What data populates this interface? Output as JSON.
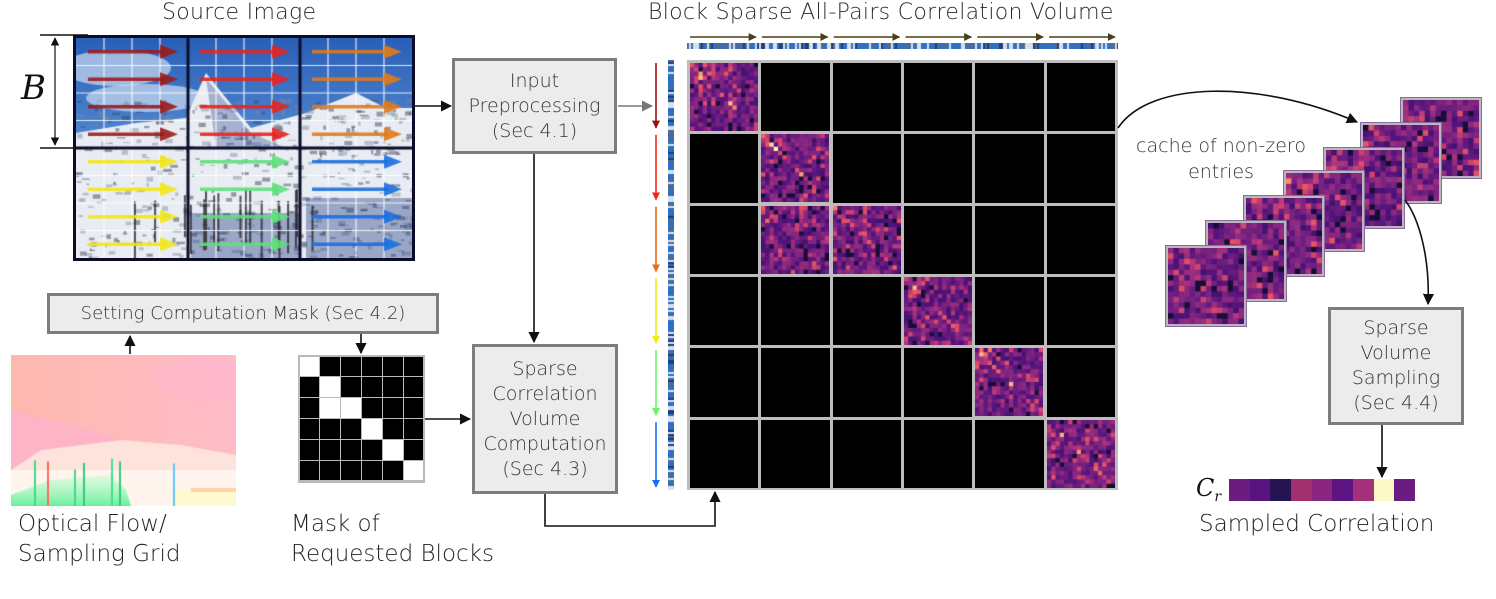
{
  "titles": {
    "source_image": "Source Image",
    "correlation_volume": "Block Sparse All-Pairs Correlation Volume"
  },
  "source_image": {
    "dimension_label": "B",
    "block_rows": 2,
    "block_cols": 3,
    "arrow_colors": [
      "#9b1b1b",
      "#e8231f",
      "#e07a1c",
      "#f2e51a",
      "#5fe07a",
      "#1a6fe0"
    ]
  },
  "boxes": {
    "input_preprocessing": [
      "Input",
      "Preprocessing",
      "(Sec 4.1)"
    ],
    "setting_mask": [
      "Setting Computation Mask (Sec 4.2)"
    ],
    "sparse_correlation": [
      "Sparse",
      "Correlation",
      "Volume",
      "Computation",
      "(Sec 4.3)"
    ],
    "sparse_sampling": [
      "Sparse",
      "Volume",
      "Sampling",
      "(Sec 4.4)"
    ]
  },
  "labels": {
    "optical_flow_line1": "Optical Flow/",
    "optical_flow_line2": "Sampling Grid",
    "mask_line1": "Mask of",
    "mask_line2": "Requested Blocks",
    "cache_line1": "cache of non-zero",
    "cache_line2": "entries",
    "sampled_correlation": "Sampled Correlation",
    "cr_symbol": "C",
    "cr_subscript": "r"
  },
  "mask_grid": {
    "size": 6,
    "active": [
      [
        0,
        0
      ],
      [
        1,
        1
      ],
      [
        2,
        1
      ],
      [
        2,
        2
      ],
      [
        3,
        3
      ],
      [
        4,
        4
      ],
      [
        5,
        5
      ]
    ]
  },
  "correlation_volume": {
    "size": 6,
    "nonzero_blocks": [
      [
        0,
        0
      ],
      [
        1,
        1
      ],
      [
        2,
        1
      ],
      [
        2,
        2
      ],
      [
        3,
        3
      ],
      [
        4,
        4
      ],
      [
        5,
        5
      ]
    ],
    "row_arrow_colors": [
      "#9b1111",
      "#f02a14",
      "#e66a10",
      "#f2ec0f",
      "#6bf06a",
      "#1270ee"
    ],
    "col_arrow_color": "#4b3f17",
    "colormap": "magma"
  },
  "cache": {
    "tile_count": 7
  },
  "sampled_correlation": {
    "colors": [
      "#6a1d7f",
      "#5a1480",
      "#261352",
      "#a2306f",
      "#8b2680",
      "#5c1580",
      "#a3307a",
      "#fbf9c6",
      "#6b1c80"
    ],
    "sampled_index": 7
  }
}
